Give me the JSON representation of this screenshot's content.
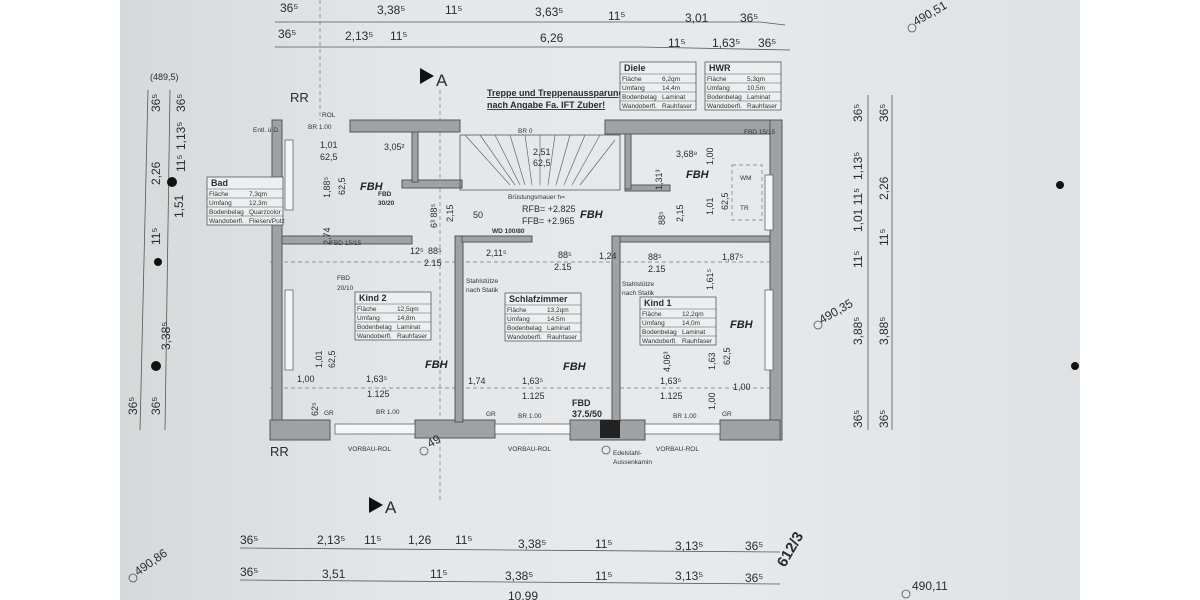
{
  "top_dims": {
    "row1": [
      "36⁵",
      "3,38⁵",
      "11⁵",
      "3,63⁵",
      "11⁵",
      "3,01",
      "36⁵"
    ],
    "row2": [
      "36⁵",
      "2,13⁵",
      "11⁵",
      "6,26",
      "11⁵",
      "1,63⁵",
      "36⁵"
    ]
  },
  "bottom_dims": {
    "row1": [
      "36⁵",
      "2,13⁵",
      "11⁵",
      "1,26",
      "11⁵",
      "3,38⁵",
      "11⁵",
      "3,13⁵",
      "36⁵"
    ],
    "row2": [
      "36⁵",
      "3,51",
      "11⁵",
      "3,38⁵",
      "11⁵",
      "3,13⁵",
      "36⁵"
    ],
    "total": "10,99"
  },
  "left_dims": [
    "(489,5)",
    "36⁵",
    "36⁵",
    "1,13⁵",
    "11⁵",
    "2,26",
    "1,51",
    "11⁵",
    "3,38⁵",
    "36⁵",
    "36⁵"
  ],
  "right_dims": [
    "36⁵",
    "36⁵",
    "1,13⁵",
    "1,01 11⁵",
    "2,26",
    "11⁵",
    "11⁵",
    "3,88⁵",
    "3,88⁵",
    "36⁵",
    "36⁵"
  ],
  "elevations": {
    "tr": "490,51",
    "r": "490,35",
    "br": "490,11",
    "bl": "490,86",
    "mid": "49"
  },
  "parcel": "612/3",
  "section_marker": "A",
  "rr": "RR",
  "stair_note": [
    "Treppe und Treppenaussparung",
    "nach Angabe Fa. IFT Zuber!"
  ],
  "labels": {
    "fbh": "FBH",
    "entl": "Entl. ü.D.",
    "rol": "ROL",
    "br100": "BR 1.00",
    "br0": "BR 0",
    "gr": "GR",
    "fbd1515": "FBD 15/15",
    "fbd3020": [
      "FBD",
      "30/20"
    ],
    "fbd2010": [
      "FBD",
      "20/10"
    ],
    "fbd3750": [
      "FBD",
      "37.5/50"
    ],
    "stahl": [
      "Stahlstütze",
      "nach Statik"
    ],
    "brust": "Brüstungsmauer h=",
    "rfb": "RFB= +2.825",
    "ffb": "FFB= +2.965",
    "wd": "WD 100/80",
    "vorbau": "VORBAU-ROL",
    "edelstahl": [
      "Edelstahl-",
      "Aussenkamin"
    ],
    "wm": "WM",
    "tr": "TR",
    "inner": [
      "1,01",
      "62,5",
      "3,05²",
      "1,88⁵",
      "62,5",
      "2,74",
      "2,51",
      "62,5",
      "50",
      "2,15",
      "6³ 88⁵",
      "12⁵",
      "88⁵",
      "2.15",
      "2,11⁵",
      "88⁵",
      "2.15",
      "1,24",
      "88⁵",
      "2.15",
      "1,87⁵",
      "3,68⁸",
      "1,31³",
      "1,00",
      "88⁵",
      "2,15",
      "1,01",
      "62,5",
      "1,61⁵",
      "1,01",
      "62,5",
      "1,00",
      "1,63⁵",
      "1.125",
      "62⁵",
      "1,74",
      "1,63⁵",
      "1.125",
      "1,63⁵",
      "1.125",
      "4,06³",
      "1,63",
      "62,5",
      "1,00",
      "1,00"
    ]
  },
  "rooms": [
    {
      "name": "Bad",
      "flaeche": "7,3qm",
      "umfang": "12,3m",
      "boden": "Quarzcolor",
      "wand": "Fliesen/Putz"
    },
    {
      "name": "Diele",
      "flaeche": "6,2qm",
      "umfang": "14,4m",
      "boden": "Laminat",
      "wand": "Rauhfaser"
    },
    {
      "name": "HWR",
      "flaeche": "5,3qm",
      "umfang": "10,5m",
      "boden": "Laminat",
      "wand": "Rauhfaser"
    },
    {
      "name": "Kind 2",
      "flaeche": "12,5qm",
      "umfang": "14,8m",
      "boden": "Laminat",
      "wand": "Rauhfaser"
    },
    {
      "name": "Schlafzimmer",
      "flaeche": "13,2qm",
      "umfang": "14,5m",
      "boden": "Laminat",
      "wand": "Rauhfaser"
    },
    {
      "name": "Kind 1",
      "flaeche": "12,2qm",
      "umfang": "14,0m",
      "boden": "Laminat",
      "wand": "Rauhfaser"
    }
  ],
  "row_labels": {
    "flaeche": "Fläche",
    "umfang": "Umfang",
    "boden": "Bodenbelag",
    "wand": "Wandoberfl."
  }
}
